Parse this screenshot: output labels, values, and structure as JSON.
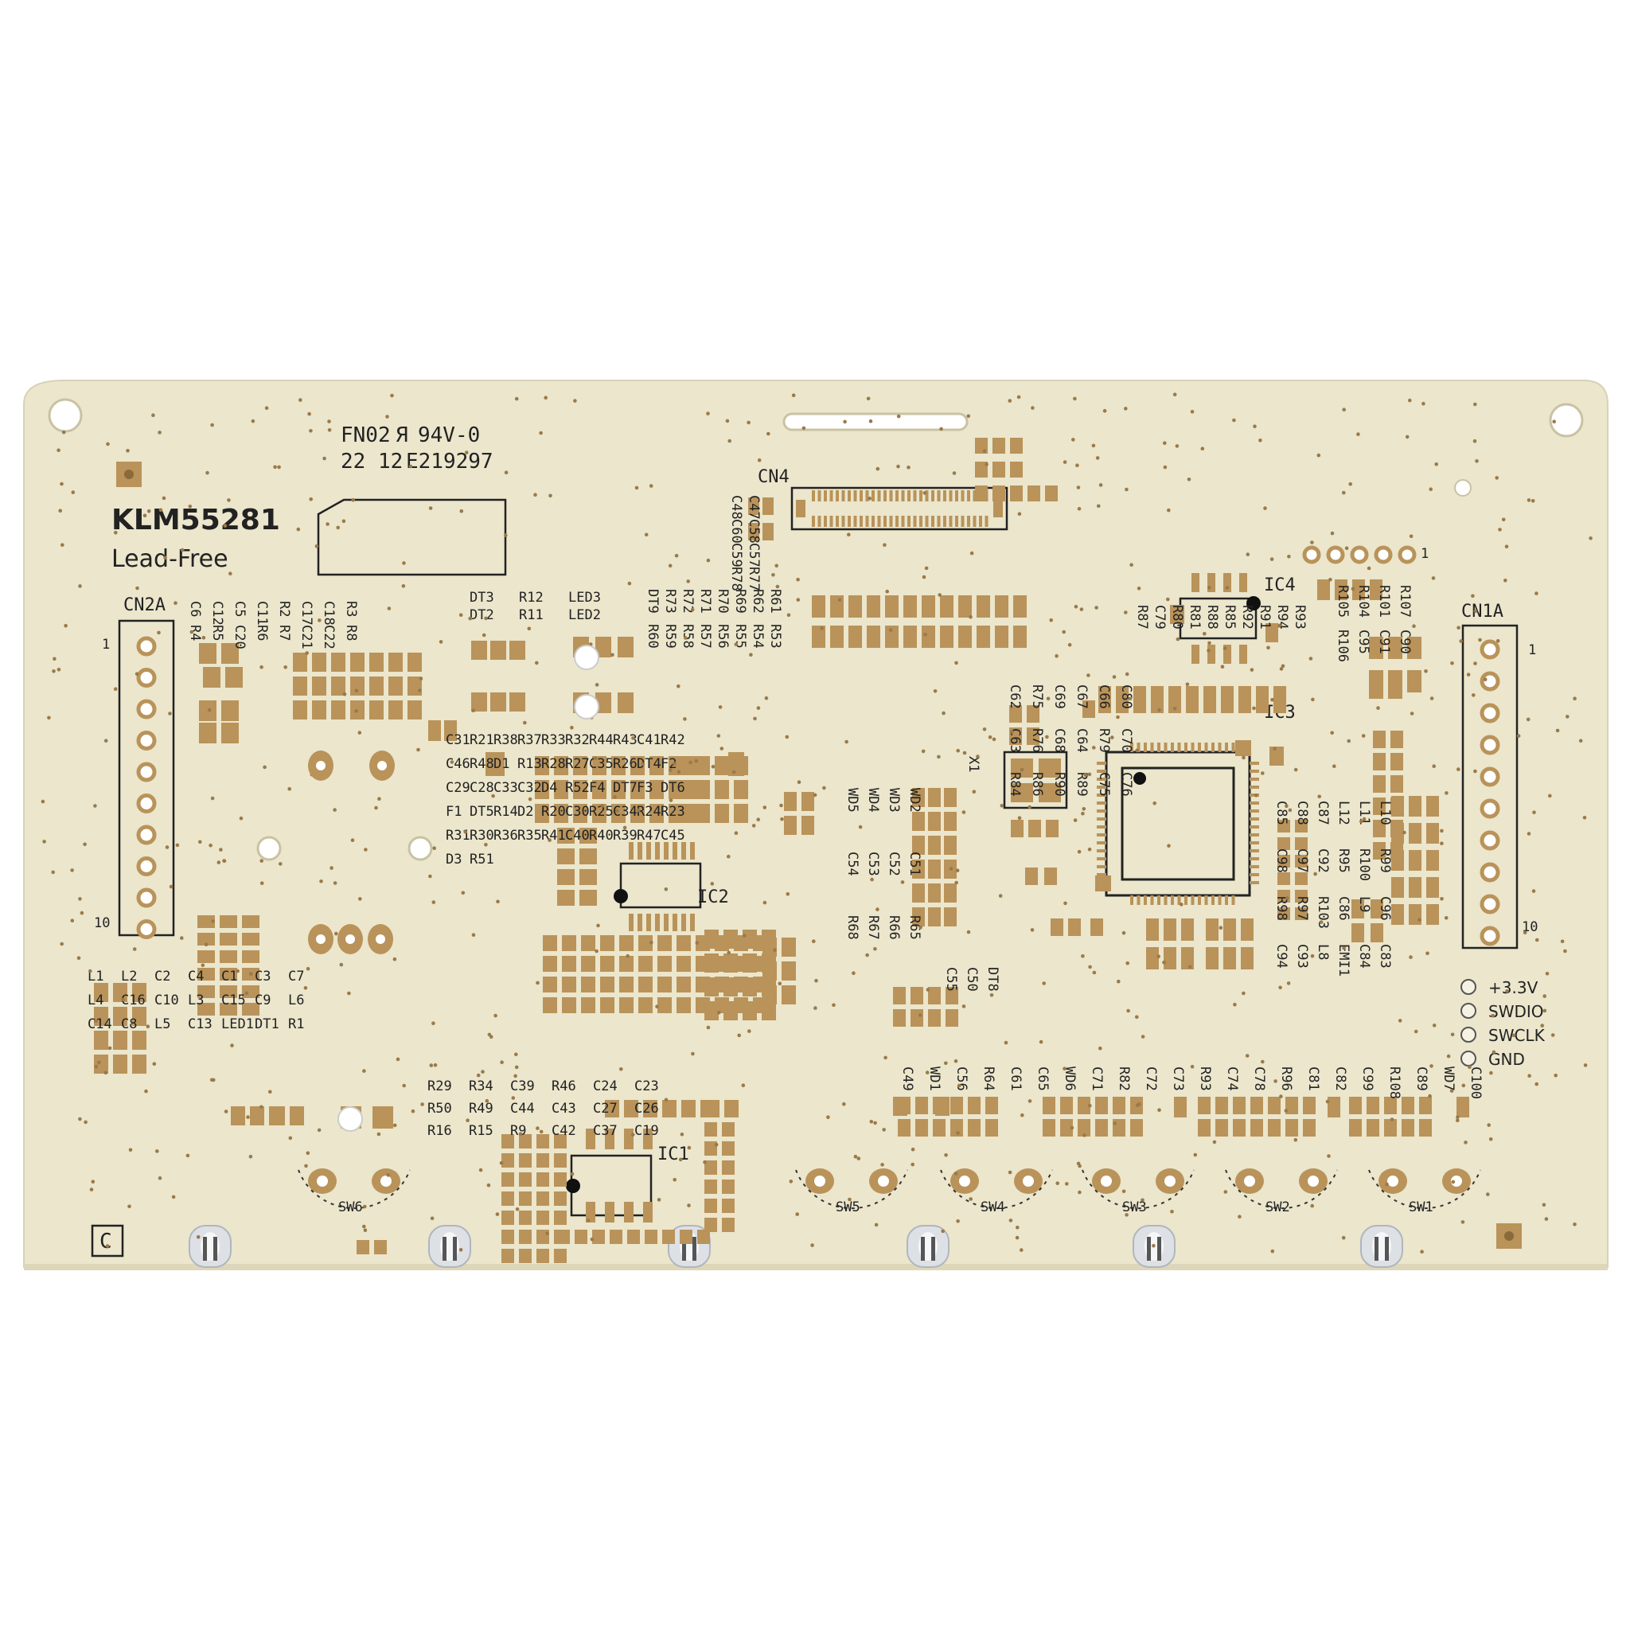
{
  "board": {
    "part_number": "KLM55281",
    "lead_free": "Lead-Free",
    "fab_code": "FN02",
    "flammability": "94V-0",
    "date_code": "22 12",
    "ul_file": "E219297",
    "corner_mark": "C",
    "colors": {
      "substrate": "#ebe6cc",
      "pad": "#b9935a",
      "silk": "#222222",
      "background": "#ffffff"
    }
  },
  "connectors": {
    "cn2a": {
      "ref": "CN2A",
      "pin_first": "1",
      "pin_last": "10",
      "pins": 10
    },
    "cn1a": {
      "ref": "CN1A",
      "pin_first": "1",
      "pin_last": "10",
      "pins": 10
    },
    "cn4": {
      "ref": "CN4"
    },
    "jtag_pin1": "1"
  },
  "debug_header": {
    "labels": [
      "+3.3V",
      "SWDIO",
      "SWCLK",
      "GND"
    ]
  },
  "ics": {
    "ic1": "IC1",
    "ic2": "IC2",
    "ic3": "IC3",
    "ic4": "IC4",
    "x1": "X1"
  },
  "switches": [
    "SW6",
    "SW5",
    "SW4",
    "SW3",
    "SW2",
    "SW1"
  ],
  "refs": {
    "cn2_area": [
      "C6",
      "C12",
      "C5",
      "C11",
      "R2",
      "C17",
      "C18",
      "R3",
      "R4",
      "R5",
      "C20",
      "R6",
      "R7",
      "C21",
      "C22",
      "R8"
    ],
    "led_area": [
      "DT3",
      "R12",
      "LED3",
      "DT2",
      "R11",
      "LED2"
    ],
    "dt9_block": [
      "DT9",
      "R73",
      "R72",
      "R71",
      "R70",
      "R69",
      "R62",
      "R61",
      "R60",
      "R59",
      "R58",
      "R57",
      "R56",
      "R55",
      "R54",
      "R53"
    ],
    "cn4_area": [
      "C48",
      "C47",
      "C60",
      "C58",
      "C59",
      "C57",
      "R78",
      "R77"
    ],
    "ic4_area": [
      "R87",
      "C79",
      "R80",
      "R81",
      "R88",
      "R85",
      "R92",
      "R91",
      "R94",
      "R93"
    ],
    "top_right": [
      "R105",
      "R104",
      "R101",
      "R107",
      "R106",
      "C95",
      "C91",
      "C90"
    ],
    "ic3_area": [
      "C62",
      "R75",
      "C69",
      "C67",
      "C66",
      "C80",
      "C63",
      "R76",
      "C68",
      "C64",
      "R79",
      "C70",
      "R84",
      "R86",
      "R90",
      "R89",
      "C75",
      "C76"
    ],
    "wd_block": [
      "WD5",
      "WD4",
      "WD3",
      "WD2",
      "C54",
      "C53",
      "C52",
      "C51",
      "R68",
      "R67",
      "R66",
      "R65"
    ],
    "right_area": [
      "C85",
      "C88",
      "C87",
      "L12",
      "L11",
      "L10",
      "C98",
      "C97",
      "C92",
      "R95",
      "R100",
      "R99",
      "R98",
      "R97",
      "R103",
      "C86",
      "L9",
      "C96",
      "C94",
      "C93",
      "L8",
      "EMI1",
      "C84",
      "C83"
    ],
    "ic2_area": [
      "C31",
      "R21",
      "R38",
      "R37",
      "R33",
      "R32",
      "R44",
      "R43",
      "C41",
      "R42",
      "C46",
      "R48",
      "D1",
      "R13",
      "R28",
      "R27",
      "C35",
      "R26",
      "DT4",
      "F2",
      "C29",
      "C28",
      "C33",
      "C32",
      "D4",
      "R52",
      "F4",
      "DT7",
      "F3",
      "DT6",
      "F1",
      "DT5",
      "R14",
      "D2",
      "R20",
      "C30",
      "R25",
      "C34",
      "R24",
      "R23",
      "R31",
      "R30",
      "R36",
      "R35",
      "R41",
      "C40",
      "R40",
      "R39",
      "R47",
      "C45",
      "D3",
      "R51"
    ],
    "inductor_area": [
      "L1",
      "L2",
      "C2",
      "C4",
      "C1",
      "C3",
      "C7",
      "L4",
      "C16",
      "C10",
      "L3",
      "C15",
      "C9",
      "L6",
      "C14",
      "C8",
      "L5",
      "C13",
      "LED1",
      "DT1",
      "R1"
    ],
    "ic1_area": [
      "R29",
      "R34",
      "C39",
      "R46",
      "C24",
      "C23",
      "R50",
      "R49",
      "C44",
      "C43",
      "C27",
      "C26",
      "R16",
      "R15",
      "R9",
      "C42",
      "C37",
      "C19"
    ],
    "dt8_area": [
      "C55",
      "C50",
      "DT8"
    ],
    "bottom_row": [
      "C49",
      "WD1",
      "C56",
      "R64",
      "C61",
      "C65",
      "WD6",
      "C71",
      "R82",
      "C72",
      "C73",
      "R93",
      "C74",
      "C78",
      "R96",
      "C81",
      "C82",
      "C99",
      "R108",
      "C89",
      "WD7",
      "C100"
    ]
  }
}
